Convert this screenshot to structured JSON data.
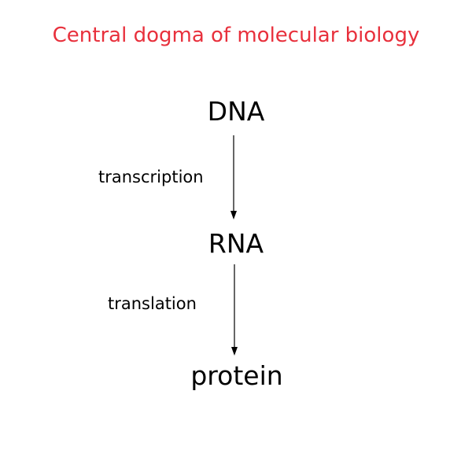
{
  "title": "Central dogma of molecular biology",
  "title_color": "#e8303c",
  "nodes": {
    "dna": "DNA",
    "rna": "RNA",
    "protein": "protein"
  },
  "edges": {
    "transcription": "transcription",
    "translation": "translation"
  }
}
